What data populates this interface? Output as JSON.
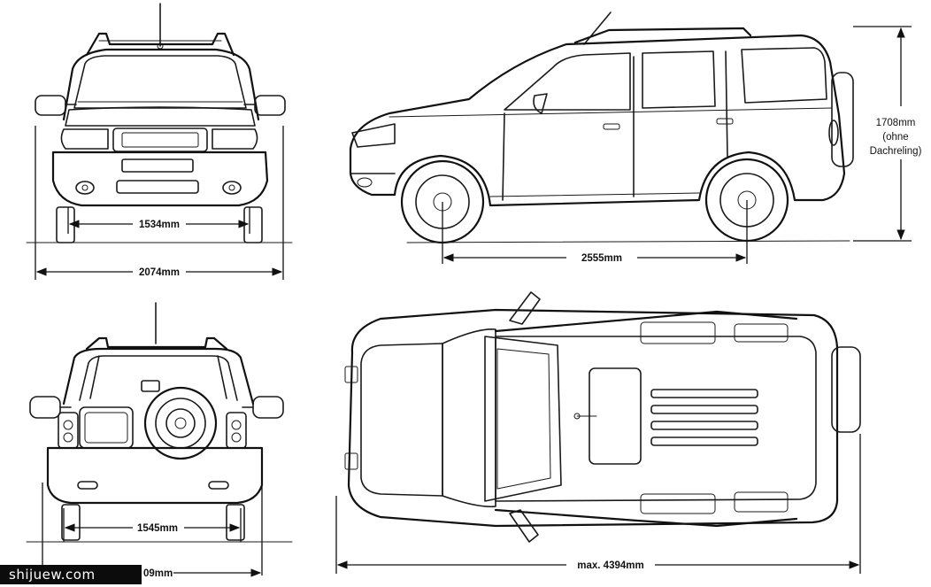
{
  "dimensions": {
    "front_track": "1534mm",
    "overall_width": "2074mm",
    "wheelbase": "2555mm",
    "height_line1": "1708mm",
    "height_line2": "(ohne",
    "height_line3": "Dachreling)",
    "rear_track": "1545mm",
    "rear_width_partial": "09mm",
    "overall_length": "max. 4394mm"
  },
  "watermark": "shijuew.com"
}
